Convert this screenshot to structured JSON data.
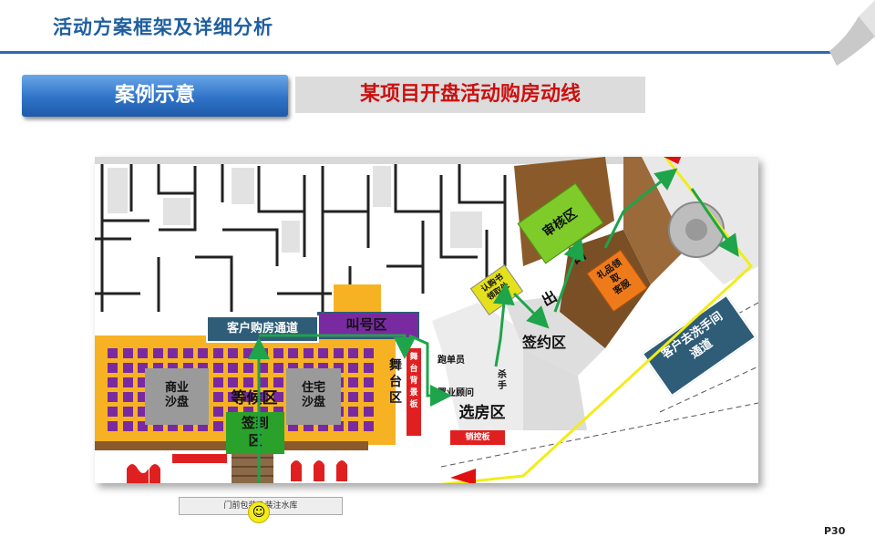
{
  "header": {
    "title": "活动方案框架及详细分析",
    "page": "P30"
  },
  "case_button": "案例示意",
  "subtitle": "某项目开盘活动购房动线",
  "diagram": {
    "zones": {
      "customer_path": "客户购房通道",
      "call_number": "叫号区",
      "commercial_sandtable": [
        "商业",
        "沙盘"
      ],
      "waiting": "等候区",
      "residential_sandtable": [
        "住宅",
        "沙盘"
      ],
      "sign_in": [
        "签到",
        "区"
      ],
      "stage": [
        "舞",
        "台",
        "区"
      ],
      "stage_backboard": [
        "舞",
        "台",
        "背",
        "景",
        "板"
      ],
      "runner": "跑单员",
      "consultant": "置业顾问",
      "closer": [
        "杀",
        "手"
      ],
      "selection": "选房区",
      "sales_board": "销控板",
      "signing": "签约区",
      "subscription": [
        "认购书",
        "领取处"
      ],
      "exit": "出",
      "entrance": "口",
      "review": "审核区",
      "gift": [
        "礼品领",
        "取",
        "客服"
      ],
      "restroom": [
        "客户去洗手间",
        "通道"
      ],
      "gate": "门前包装及装注水库"
    },
    "colors": {
      "waiting_floor": "#f7b224",
      "seat": "#7a2aa0",
      "sandtable": "#9a9a9a",
      "sign_in": "#2aa12a",
      "label_bg": "#2f5d77",
      "review": "#7ecb2a",
      "subscription": "#e4e01c",
      "gift": "#ef7a1a",
      "stage_board": "#e02020",
      "path_green": "#1ea44a",
      "path_yellow": "#f2ec1a",
      "arrow_red": "#e01010"
    }
  }
}
